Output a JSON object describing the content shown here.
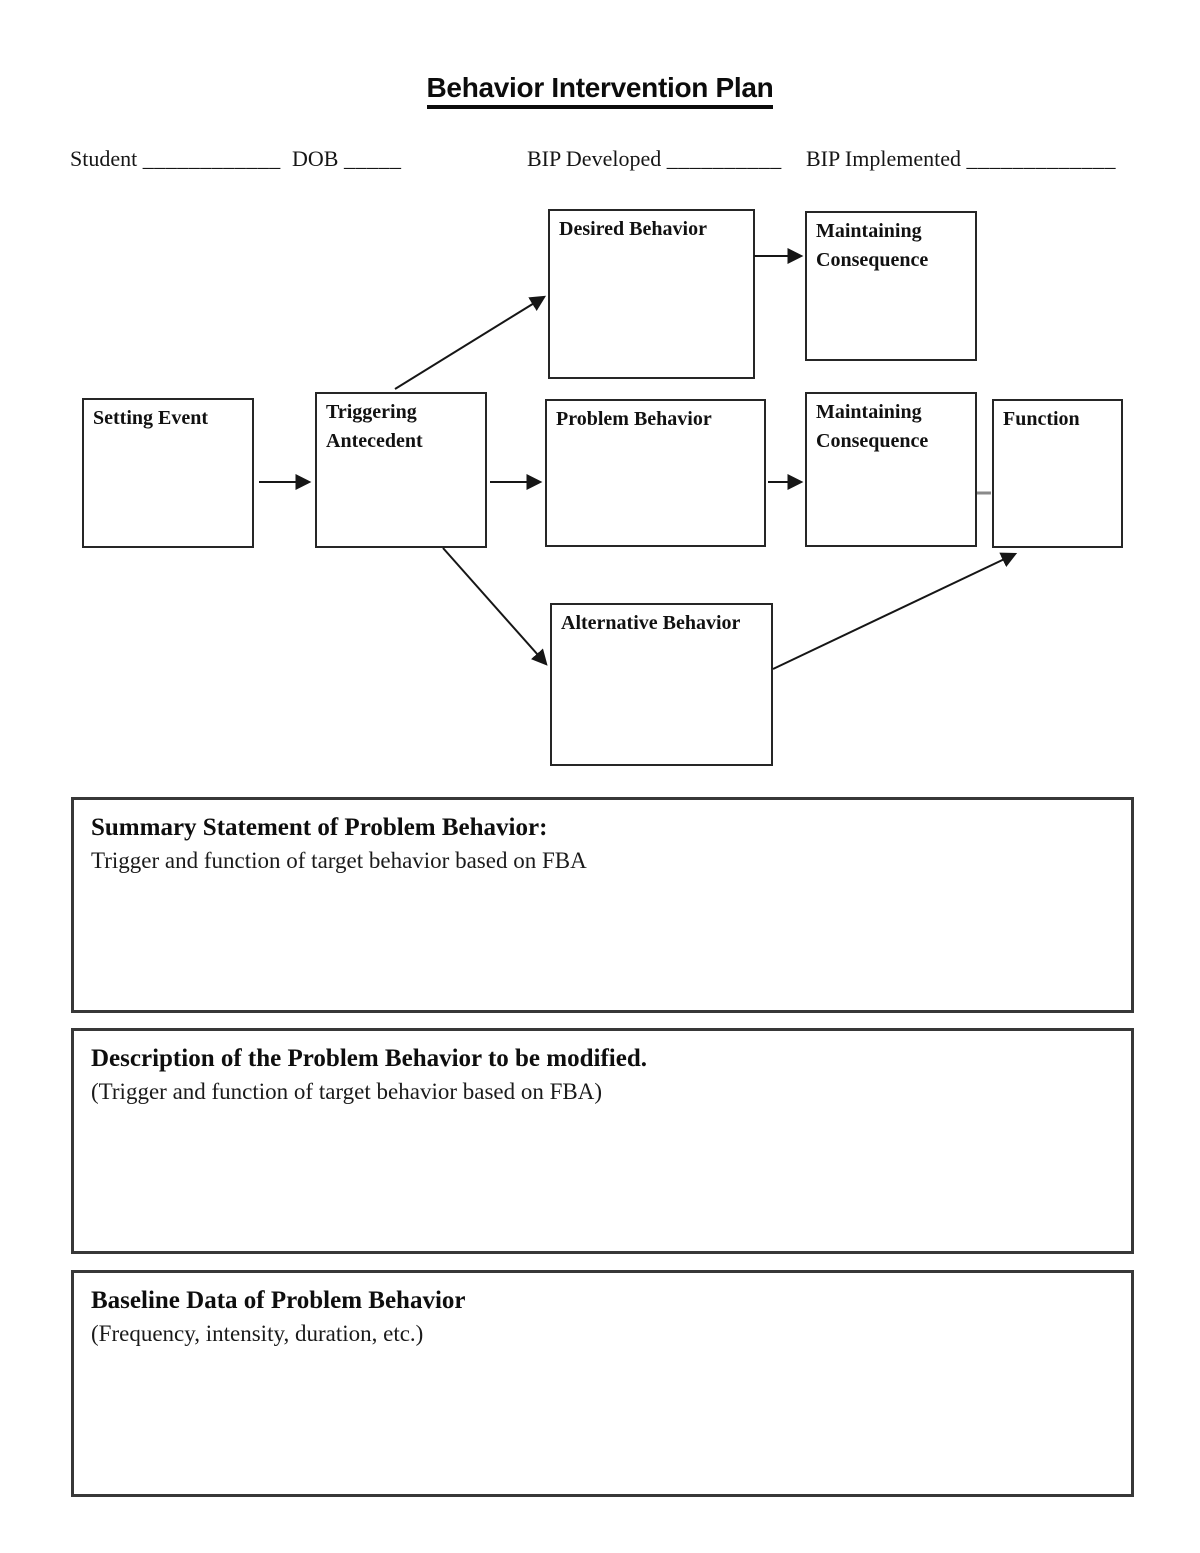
{
  "header": {
    "title": "Behavior Intervention Plan"
  },
  "form_fields": [
    {
      "label": "Student",
      "blank": "____________"
    },
    {
      "label": "DOB",
      "blank": "_____"
    },
    {
      "label": "BIP Developed",
      "blank": "__________"
    },
    {
      "label": "BIP Implemented",
      "blank": "_____________"
    }
  ],
  "diagram": {
    "boxes": [
      {
        "id": "setting-event",
        "label": "Setting Event"
      },
      {
        "id": "triggering-antecedent",
        "label": "Triggering Antecedent"
      },
      {
        "id": "desired-behavior",
        "label": "Desired Behavior"
      },
      {
        "id": "problem-behavior",
        "label": "Problem Behavior"
      },
      {
        "id": "alternative-behavior",
        "label": "Alternative Behavior"
      },
      {
        "id": "maintaining-consequence-top",
        "label": "Maintaining Consequence"
      },
      {
        "id": "maintaining-consequence-mid",
        "label": "Maintaining Consequence"
      },
      {
        "id": "function",
        "label": "Function"
      }
    ]
  },
  "sections": [
    {
      "heading": "Summary Statement of Problem Behavior:",
      "subtext": "Trigger and function of target behavior based on FBA"
    },
    {
      "heading": "Description of the Problem Behavior to be modified.",
      "subtext": "(Trigger and function of target behavior based on FBA)"
    },
    {
      "heading": "Baseline Data of Problem Behavior",
      "subtext": "(Frequency, intensity, duration, etc.)"
    }
  ],
  "colors": {
    "ink": "#161616",
    "connector_gray": "#8a8a8a"
  }
}
